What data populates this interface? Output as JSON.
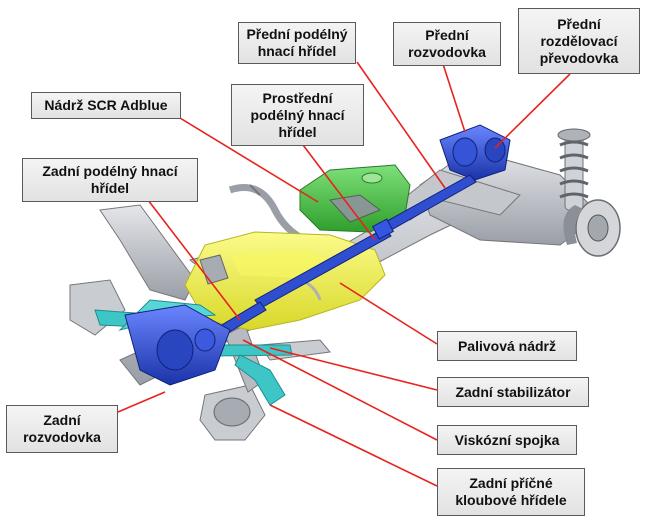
{
  "labels": {
    "predni_podelny_hridel": "Přední podélný\nhnací hřídel",
    "predni_rozvodovka": "Přední\nrozvodovka",
    "predni_rozdelovaci_prevodovka": "Přední\nrozdělovací\npřevodovka",
    "nadrz_scr_adblue": "Nádrž SCR Adblue",
    "prostredni_podelny_hridel": "Prostřední\npodélný hnací\nhřídel",
    "zadni_podelny_hridel": "Zadní podélný hnací\nhřídel",
    "palivova_nadrz": "Palivová nádrž",
    "zadni_stabilizator": "Zadní stabilizátor",
    "zadni_rozvodovka": "Zadní\nrozvodovka",
    "viskozni_spojka": "Viskózní spojka",
    "zadni_pricne_hridele": "Zadní příčné\nkloubové hřídele"
  },
  "colors": {
    "leader_line": "#e8231e",
    "drive_shaft_blue": "#2f4fd0",
    "fuel_tank_yellow": "#f2f23a",
    "adblue_tank_green": "#3fbf3a",
    "suspension_cyan": "#3ec6c6",
    "chassis_gray": "#b9bcc2"
  }
}
